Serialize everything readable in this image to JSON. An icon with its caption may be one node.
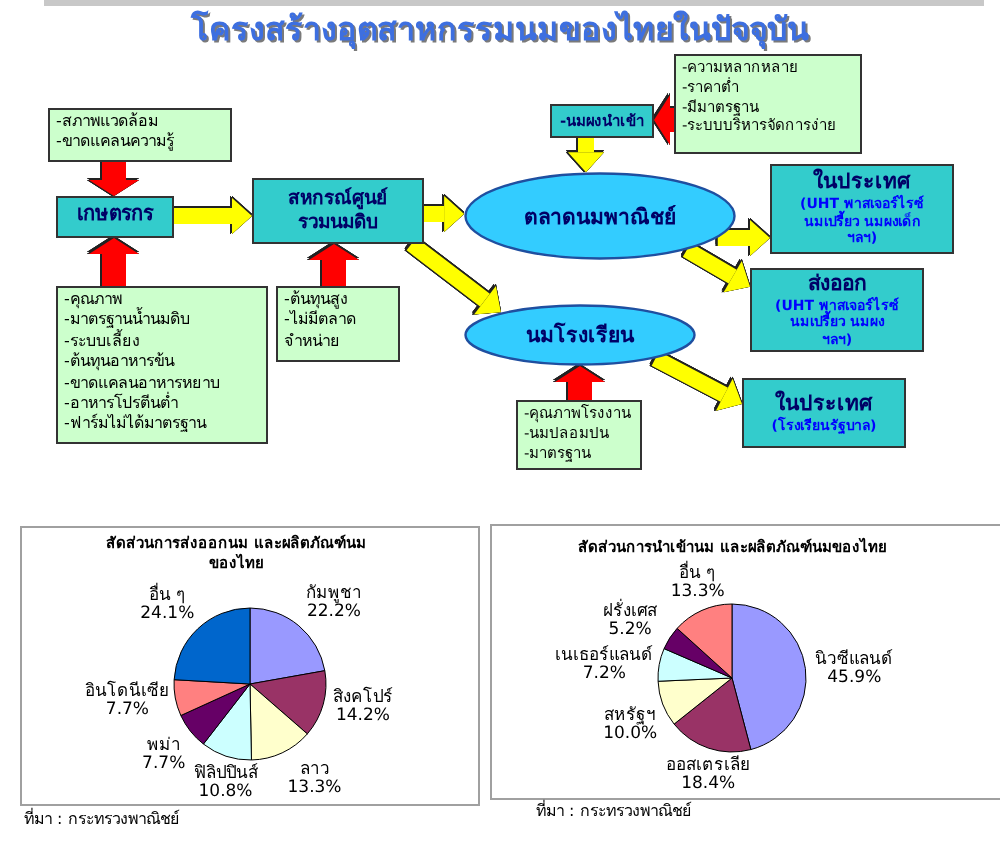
{
  "diagram": {
    "title": "โครงสร้างอุตสาหกรรมนมของไทยในปัจจุบัน",
    "nodes": [
      {
        "text": [
          "-สภาพแวดล้อม",
          "-ขาดแคลนความรู้"
        ]
      },
      {
        "text": [
          "เกษตรกร"
        ]
      },
      {
        "text": [
          "สหกรณ์ศูนย์รวมนมดิบ"
        ]
      },
      {
        "text": [
          "-คุณภาพ",
          "-มาตรฐานน้ำนมดิบ",
          "-ระบบเลี้ยง",
          "-ต้นทุนอาหารข้น",
          "-ขาดแคลนอาหารหยาบ",
          "-อาหารโปรตีนต่ำ",
          "-ฟาร์มไม่ได้มาตรฐาน"
        ]
      },
      {
        "text": [
          "-ต้นทุนสูง",
          "-ไม่มีตลาดจำหน่าย"
        ]
      },
      {
        "text": [
          "-ความหลากหลาย",
          "-ราคาต่ำ",
          "-มีมาตรฐาน",
          "-ระบบบริหารจัดการง่าย"
        ]
      },
      {
        "text": [
          "-นมผงนำเข้า"
        ]
      },
      {
        "text": [
          "ตลาดนมพาณิชย์"
        ]
      },
      {
        "text": [
          "ในประเทศ",
          "(UHT พาสเจอร์ไรซ์ นมเปรี้ยว นมผงเด็ก ฯลฯ)"
        ]
      },
      {
        "text": [
          "ส่งออก",
          "(UHT พาสเจอร์ไรซ์ นมเปรี้ยว นมผง ฯลฯ)"
        ]
      },
      {
        "text": [
          "นมโรงเรียน"
        ]
      },
      {
        "text": [
          "ในประเทศ",
          "(โรงเรียนรัฐบาล)"
        ]
      },
      {
        "text": [
          "-คุณภาพโรงงาน",
          "-นมปลอมปน",
          "-มาตรฐาน"
        ]
      }
    ],
    "edges": [
      {
        "from": 0,
        "to": 1,
        "arrow": "to",
        "color": "#ff0000"
      },
      {
        "from": 3,
        "to": 1,
        "arrow": "to",
        "color": "#ff0000"
      },
      {
        "from": 1,
        "to": 2,
        "arrow": "to"
      },
      {
        "from": 4,
        "to": 2,
        "arrow": "to",
        "color": "#ff0000"
      },
      {
        "from": 2,
        "to": 7,
        "arrow": "to"
      },
      {
        "from": 2,
        "to": 10,
        "arrow": "to"
      },
      {
        "from": 5,
        "to": 6,
        "arrow": "to",
        "color": "#ff0000"
      },
      {
        "from": 6,
        "to": 7,
        "arrow": "to"
      },
      {
        "from": 7,
        "to": 8,
        "arrow": "to"
      },
      {
        "from": 7,
        "to": 9,
        "arrow": "to"
      },
      {
        "from": 10,
        "to": 11,
        "arrow": "to"
      },
      {
        "from": 12,
        "to": 10,
        "arrow": "to",
        "color": "#ff0000"
      }
    ],
    "labels": [
      "ที่มา : กระทรวงพาณิชย์",
      "ที่มา : กระทรวงพาณิชย์"
    ],
    "chart_data": [
      {
        "type": "pie",
        "title": "สัดส่วนการส่งออกนม และผลิตภัณฑ์นมของไทย",
        "categories": [
          "กัมพูชา",
          "สิงคโปร์",
          "ลาว",
          "ฟิลิปปินส์",
          "พม่า",
          "อินโดนีเซีย",
          "อื่น ๆ"
        ],
        "values": [
          22.2,
          14.2,
          13.3,
          10.8,
          7.7,
          7.7,
          24.1
        ],
        "value_labels": [
          "22.2%",
          "14.2%",
          "13.3%",
          "10.8%",
          "7.7%",
          "7.7%",
          "24.1%"
        ]
      },
      {
        "type": "pie",
        "title": "สัดส่วนการนำเข้านม และผลิตภัณฑ์นมของไทย",
        "categories": [
          "นิวซีแลนด์",
          "ออสเตรเลีย",
          "สหรัฐฯ",
          "เนเธอร์แลนด์",
          "ฝรั่งเศส",
          "อื่น ๆ"
        ],
        "values": [
          45.9,
          18.4,
          10.0,
          7.2,
          5.2,
          13.3
        ],
        "value_labels": [
          "45.9%",
          "18.4%",
          "10.0%",
          "7.2%",
          "5.2%",
          "13.3%"
        ]
      }
    ]
  }
}
